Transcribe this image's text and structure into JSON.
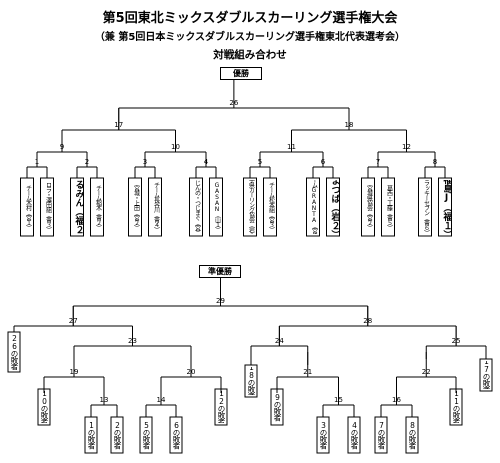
{
  "header": {
    "title": "第5回東北ミックスダブルスカーリング選手権大会",
    "subtitle": "（兼 第5回日本ミックスダブルスカーリング選手権東北代表選考会）",
    "section": "対戦組み合わせ"
  },
  "championship": {
    "label": "優勝",
    "final_match": "26",
    "semis": [
      "17",
      "18"
    ],
    "quarters": [
      "9",
      "10",
      "11",
      "12"
    ],
    "first_round": [
      "1",
      "2",
      "3",
      "4",
      "5",
      "6",
      "7",
      "8"
    ],
    "teams": [
      "チーム木村（宮１）",
      "ロラ・澤田組（青３）",
      "くるみん（福２）",
      "チーム稲木（青２）",
      "宮城・上田（宮２）",
      "チーム長谷川（青４）",
      "じんの・つじまぐ（宮）",
      "GASAN（山１）",
      "岩手県カーリング協会（岩１）",
      "チーム松本組（宮３）",
      "チームGRANTA（宮４）",
      "よつば（岩２）",
      "宮城県協会（宮２）",
      "葛西・工藤（青５）",
      "ラッキーセブン（青６）",
      "福島J（福１）"
    ]
  },
  "consolation": {
    "label": "準優勝",
    "final_match": "29",
    "semis": [
      "27",
      "28"
    ],
    "r2": [
      "23",
      "24",
      "25"
    ],
    "r1": [
      "19",
      "20",
      "21",
      "22"
    ],
    "r0": [
      "13",
      "14",
      "15",
      "16"
    ],
    "entries": [
      "26の敗者",
      "10の敗者",
      "1の敗者",
      "2の敗者",
      "5の敗者",
      "6の敗者",
      "12の敗者",
      "18の敗者",
      "9の敗者",
      "3の敗者",
      "4の敗者",
      "7の敗者",
      "8の敗者",
      "11の敗者",
      "17の敗者"
    ]
  }
}
